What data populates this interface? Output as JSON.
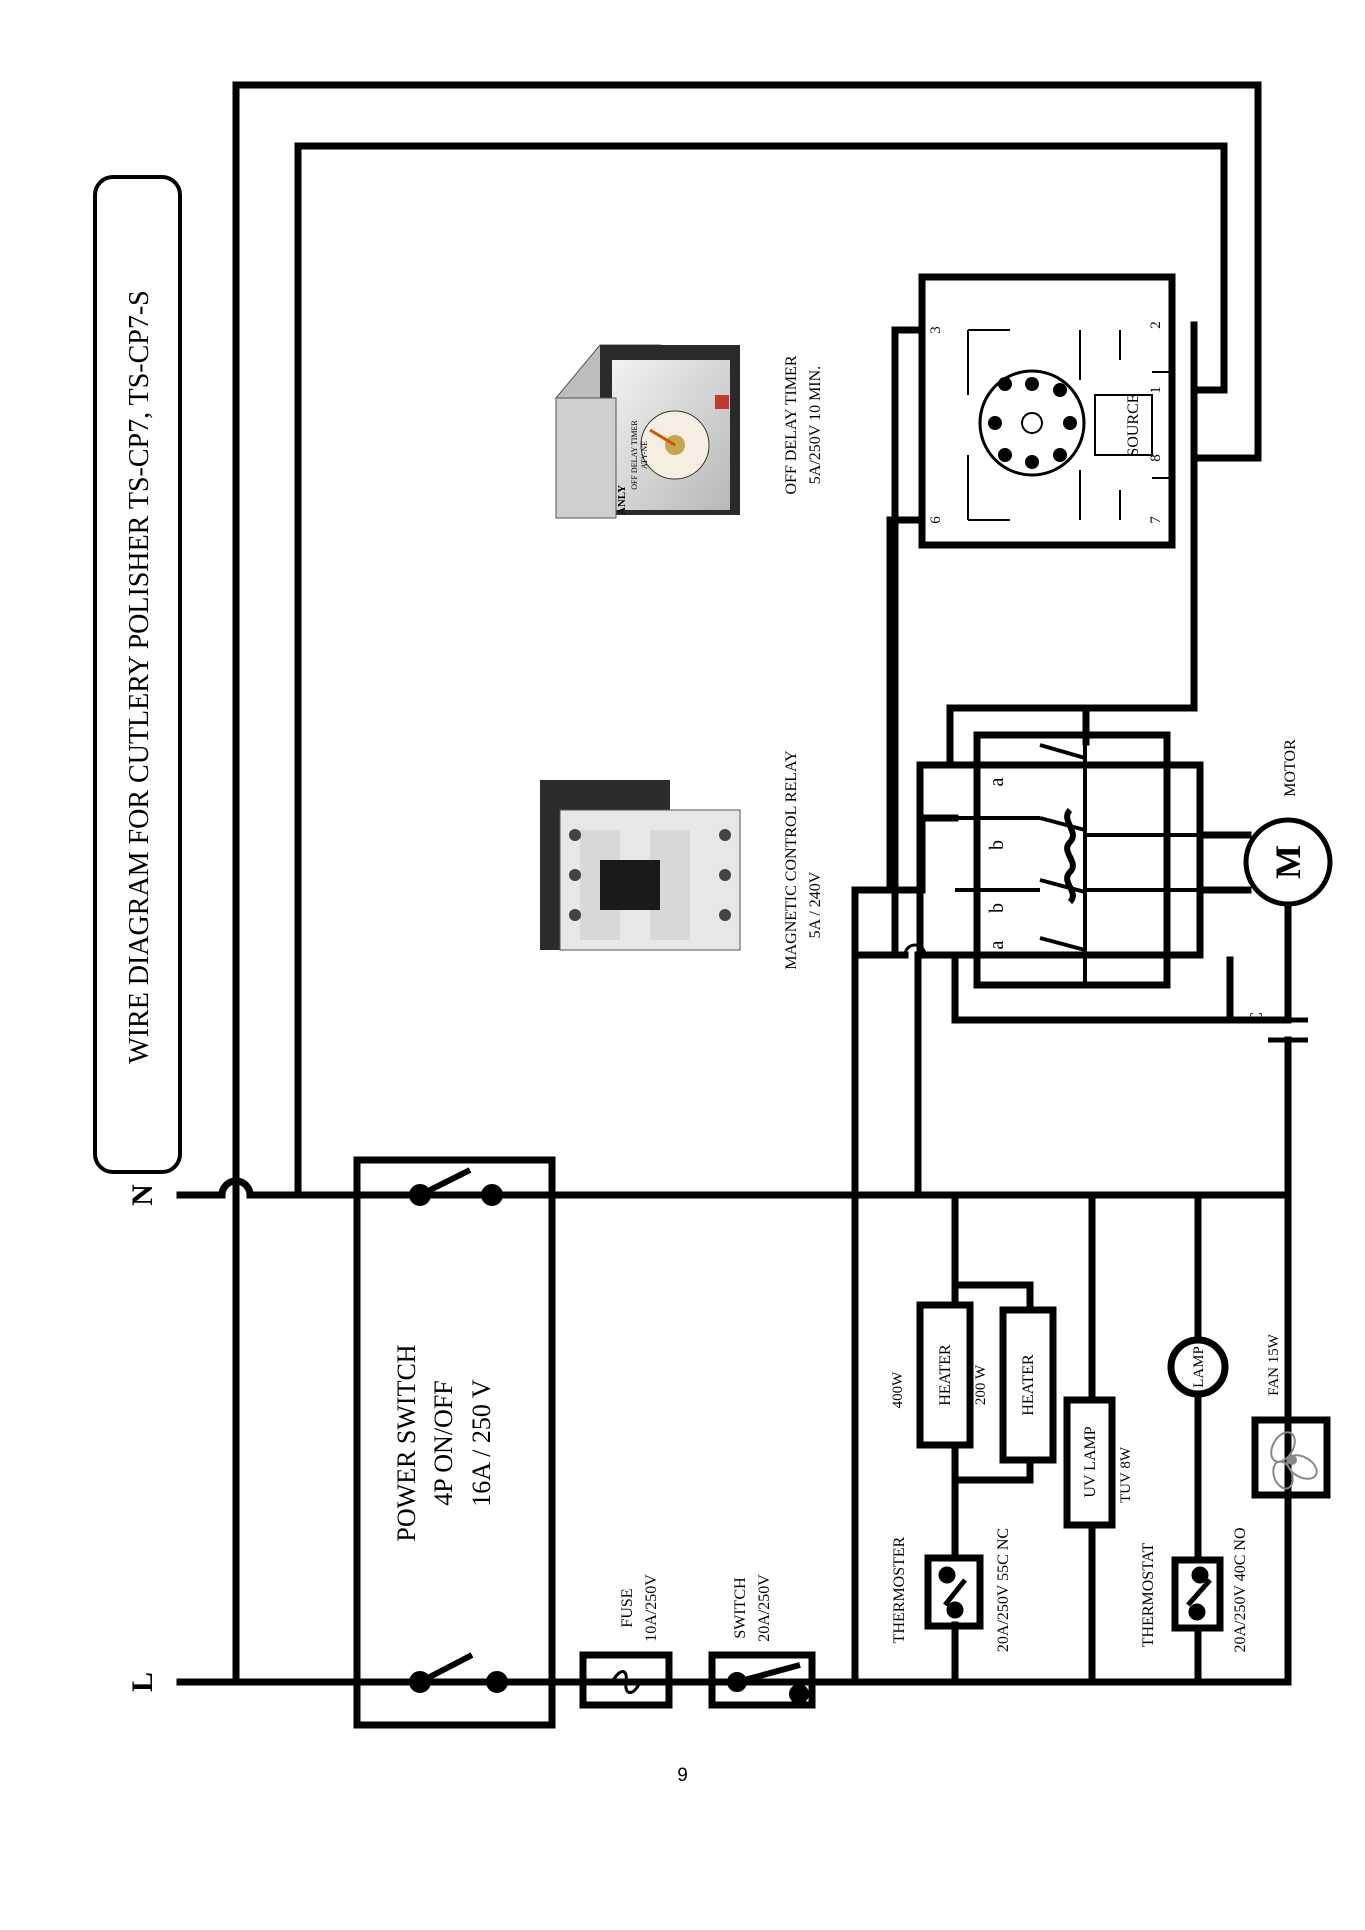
{
  "title": "WIRE DIAGRAM FOR CUTLERY POLISHER TS-CP7, TS-CP7-S",
  "terminals": {
    "live": "L",
    "neutral": "N"
  },
  "power_switch": {
    "line1": "POWER SWITCH",
    "line2": "4P ON/OFF",
    "line3": "16A / 250 V"
  },
  "fuse": {
    "name": "FUSE",
    "rating": "10A/250V"
  },
  "switch": {
    "name": "SWITCH",
    "rating": "20A/250V"
  },
  "relay": {
    "name": "MAGNETIC CONTROL RELAY",
    "rating": "5A / 240V",
    "contact_a": "a",
    "contact_b": "b"
  },
  "timer": {
    "name": "OFF DELAY TIMER",
    "rating": "5A/250V 10 MIN.",
    "source_label": "SOURCE",
    "pins_left": [
      "3",
      "6"
    ],
    "pins_right": [
      "2",
      "1",
      "8",
      "7"
    ],
    "photo_brand": "ANLY",
    "photo_text": "OFF DELAY TIMER",
    "photo_model": "ATY-NE"
  },
  "motor": {
    "symbol": "M",
    "name": "MOTOR"
  },
  "capacitor": {
    "name": "C"
  },
  "heater_1": {
    "name": "HEATER",
    "power": "400W"
  },
  "heater_2": {
    "name": "HEATER",
    "power": "200 W"
  },
  "thermostat_1": {
    "name": "THERMOSTER",
    "rating": "20A/250V 55C NC"
  },
  "uv_lamp": {
    "name": "UV LAMP",
    "power": "TUV 8W"
  },
  "lamp": {
    "name": "LAMP"
  },
  "thermostat_2": {
    "name": "THERMOSTAT",
    "rating": "20A/250V 40C NO"
  },
  "fan": {
    "name": "FAN 15W"
  },
  "page_number": "9"
}
